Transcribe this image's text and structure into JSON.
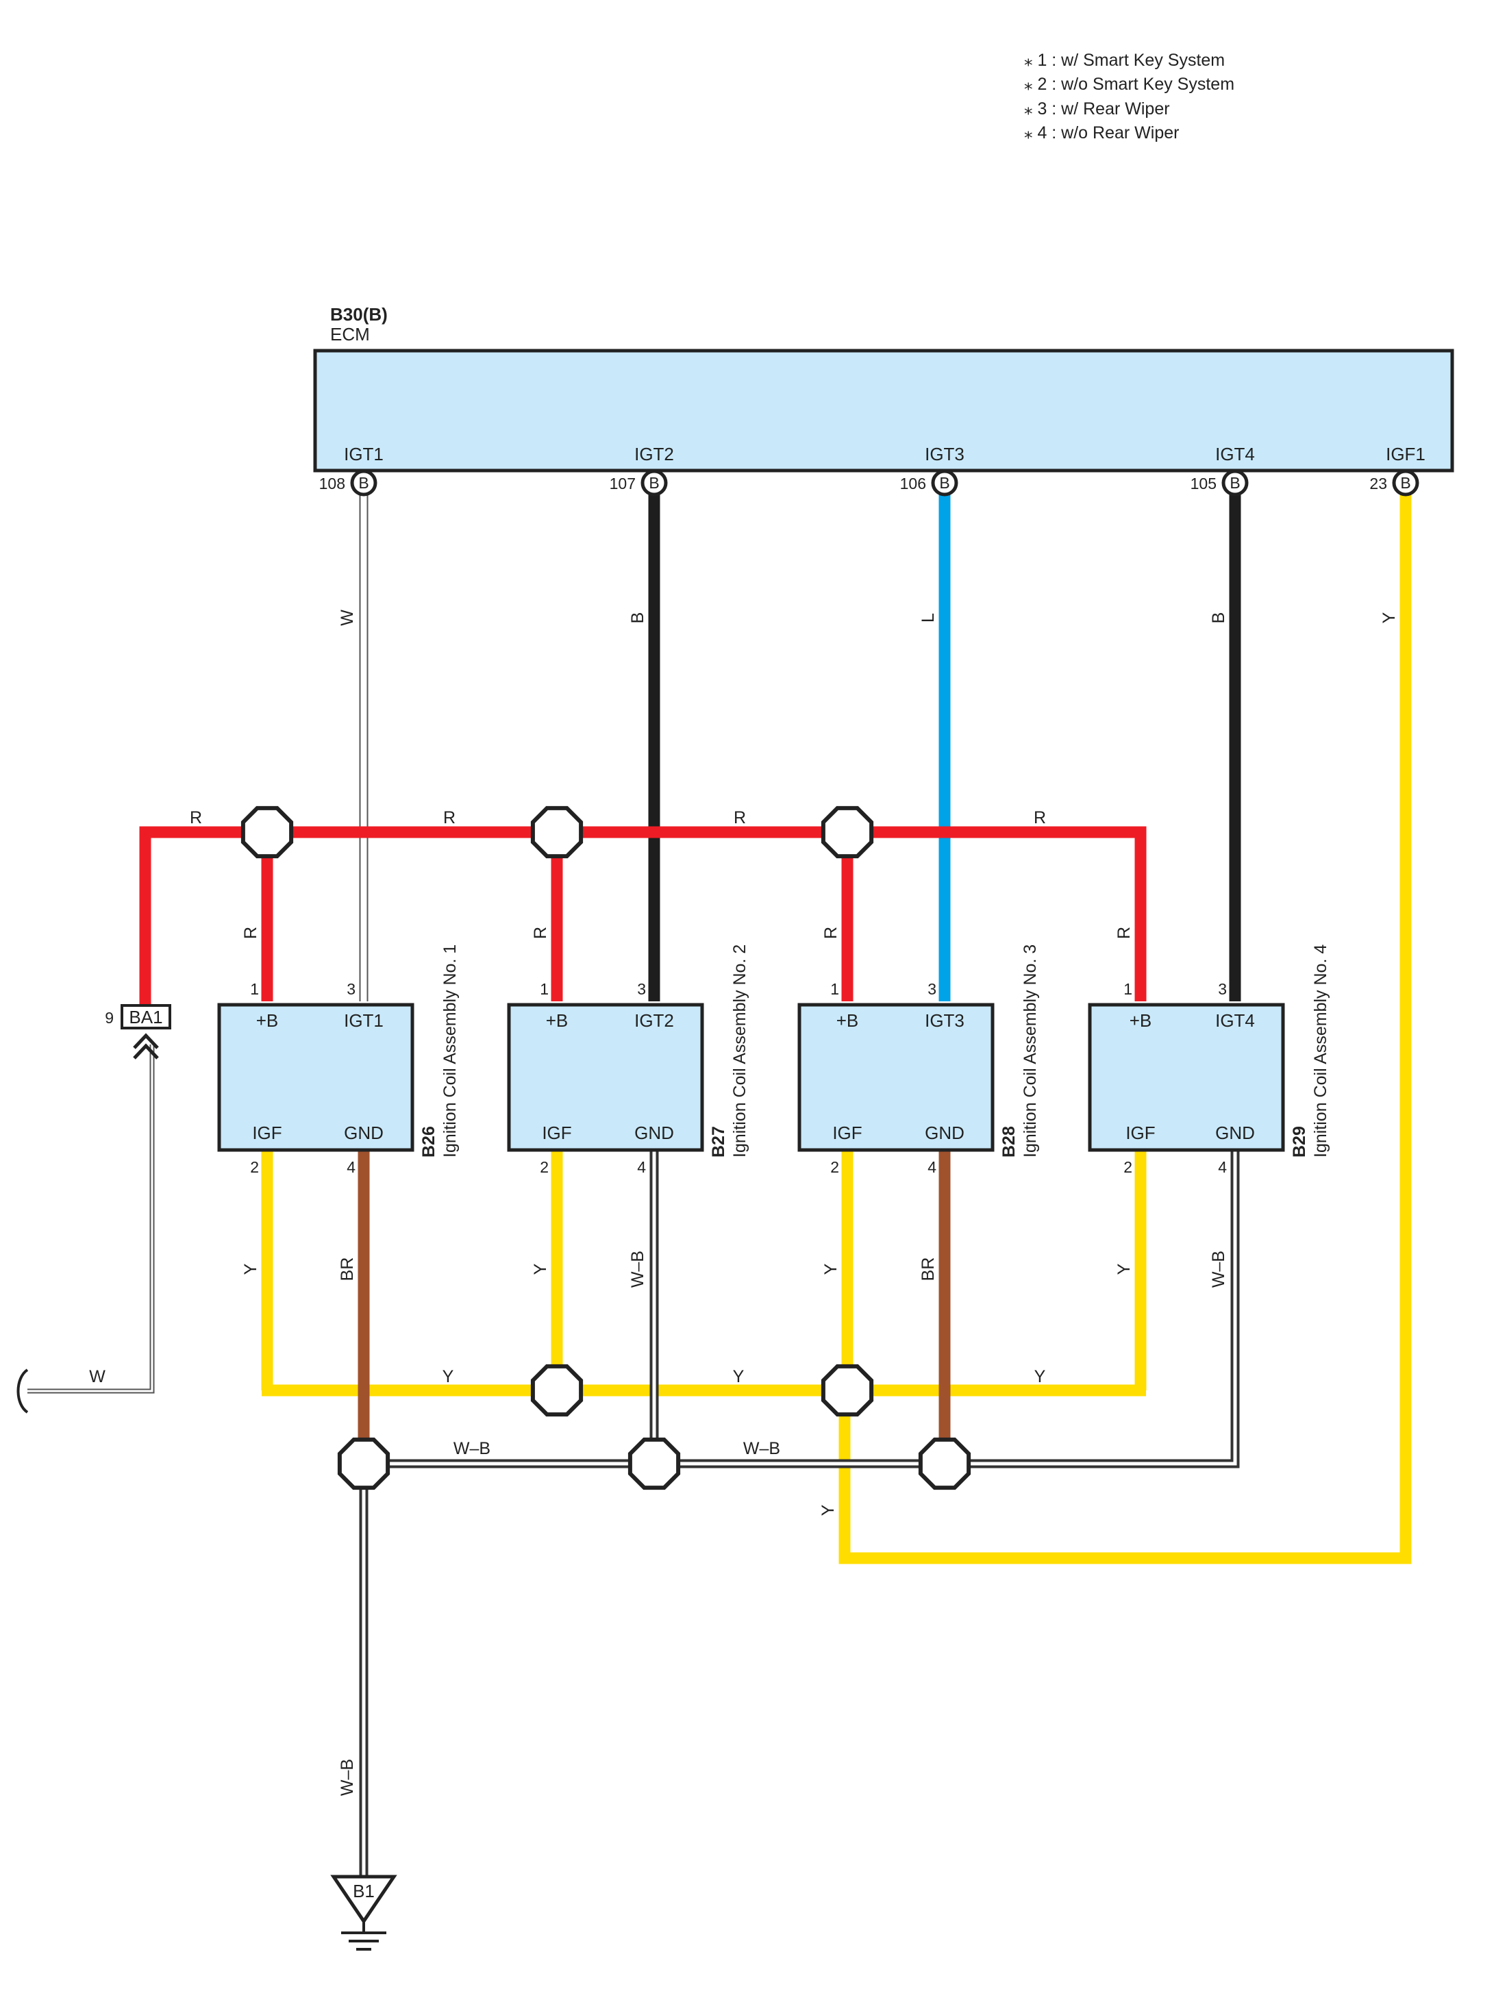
{
  "notes": [
    "⁎ 1 : w/ Smart Key System",
    "⁎ 2 : w/o Smart Key System",
    "⁎ 3 : w/ Rear Wiper",
    "⁎ 4 : w/o Rear Wiper"
  ],
  "ecm": {
    "code": "B30(B)",
    "name": "ECM",
    "terminals": [
      {
        "label": "IGT1",
        "pin": "108",
        "conn": "B"
      },
      {
        "label": "IGT2",
        "pin": "107",
        "conn": "B"
      },
      {
        "label": "IGT3",
        "pin": "106",
        "conn": "B"
      },
      {
        "label": "IGT4",
        "pin": "105",
        "conn": "B"
      },
      {
        "label": "IGF1",
        "pin": "23",
        "conn": "B"
      }
    ]
  },
  "coils": [
    {
      "code": "B26",
      "name": "Ignition Coil Assembly No.  1",
      "t_plus": "+B",
      "t_igt": "IGT1",
      "t_igf": "IGF",
      "t_gnd": "GND",
      "p1": "1",
      "p3": "3",
      "p2": "2",
      "p4": "4"
    },
    {
      "code": "B27",
      "name": "Ignition Coil Assembly No.  2",
      "t_plus": "+B",
      "t_igt": "IGT2",
      "t_igf": "IGF",
      "t_gnd": "GND",
      "p1": "1",
      "p3": "3",
      "p2": "2",
      "p4": "4"
    },
    {
      "code": "B28",
      "name": "Ignition Coil Assembly No.  3",
      "t_plus": "+B",
      "t_igt": "IGT3",
      "t_igf": "IGF",
      "t_gnd": "GND",
      "p1": "1",
      "p3": "3",
      "p2": "2",
      "p4": "4"
    },
    {
      "code": "B29",
      "name": "Ignition Coil Assembly No.  4",
      "t_plus": "+B",
      "t_igt": "IGT4",
      "t_igf": "IGF",
      "t_gnd": "GND",
      "p1": "1",
      "p3": "3",
      "p2": "2",
      "p4": "4"
    }
  ],
  "wires": {
    "igt1": "W",
    "igt2": "B",
    "igt3": "L",
    "igt4": "B",
    "igf1": "Y",
    "power_bus": "R",
    "power_drop": "R",
    "igf": "Y",
    "igf_bus": "Y",
    "igf_return": "Y",
    "gnd1": "BR",
    "gnd2": "W–B",
    "gnd3": "BR",
    "gnd4": "W–B",
    "gnd_bus": "W–B",
    "ground_trunk": "W–B",
    "feed": "W"
  },
  "connector_ba1": {
    "code": "BA1",
    "pin": "9"
  },
  "ground_b1": {
    "code": "B1"
  },
  "colors": {
    "red": "#ee1d25",
    "yellow": "#ffdd00",
    "black": "#1e1e1e",
    "blue": "#00a3e8",
    "brown": "#a0522d",
    "box_fill": "#c9e9fa"
  }
}
